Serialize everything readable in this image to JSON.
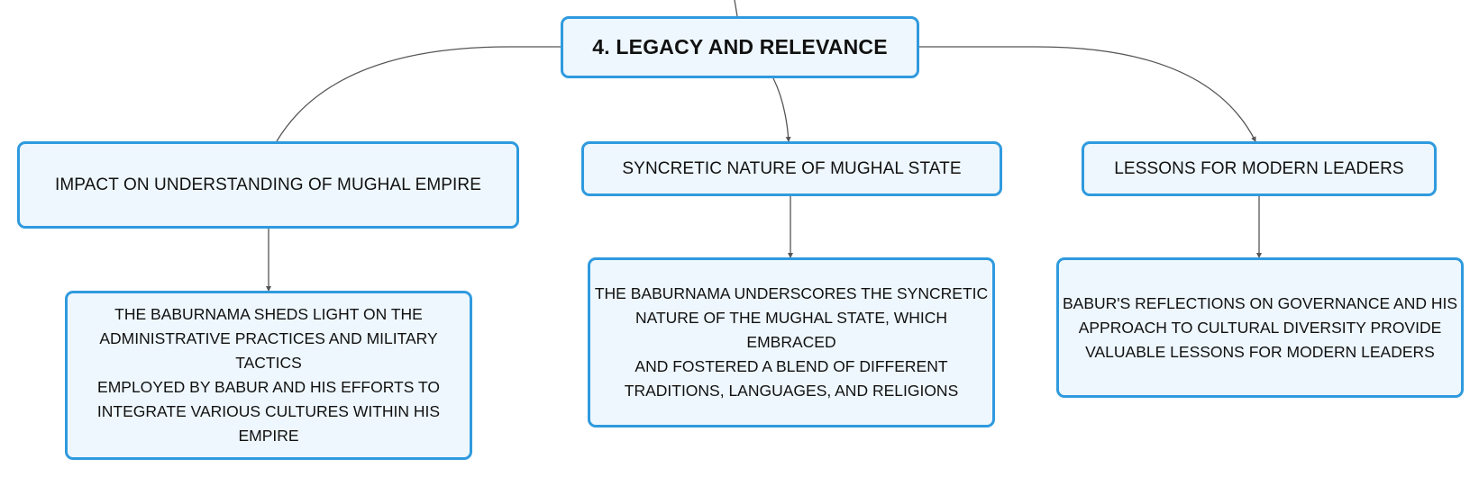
{
  "diagram": {
    "central_topic": "4. LEGACY AND RELEVANCE",
    "branches": [
      {
        "label": "IMPACT ON UNDERSTANDING OF MUGHAL EMPIRE",
        "detail_lines": [
          "THE BABURNAMA SHEDS LIGHT ON THE",
          "ADMINISTRATIVE PRACTICES AND MILITARY TACTICS",
          "EMPLOYED BY BABUR AND HIS EFFORTS TO",
          "INTEGRATE VARIOUS CULTURES WITHIN HIS EMPIRE"
        ]
      },
      {
        "label": "SYNCRETIC NATURE OF MUGHAL STATE",
        "detail_lines": [
          "THE BABURNAMA UNDERSCORES THE SYNCRETIC",
          "NATURE OF THE MUGHAL STATE, WHICH EMBRACED",
          "AND FOSTERED A BLEND OF DIFFERENT",
          "TRADITIONS, LANGUAGES, AND RELIGIONS"
        ]
      },
      {
        "label": "LESSONS FOR MODERN LEADERS",
        "detail_lines": [
          "BABUR'S REFLECTIONS ON GOVERNANCE AND HIS",
          "APPROACH TO CULTURAL DIVERSITY PROVIDE",
          "VALUABLE LESSONS FOR MODERN LEADERS"
        ]
      }
    ],
    "colors": {
      "node_border": "#2f9ade",
      "node_fill": "#eef7fd",
      "connector": "#555555",
      "text": "#111111"
    }
  }
}
